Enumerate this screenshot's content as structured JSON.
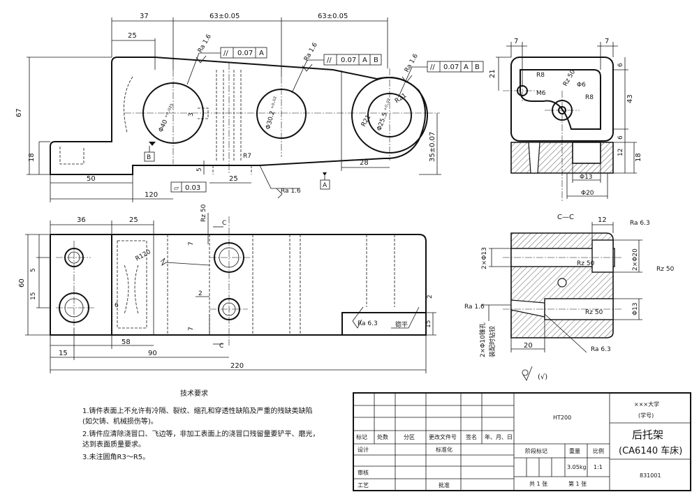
{
  "front_view": {
    "dims": {
      "w37": "37",
      "w63a": "63±0.05",
      "w63b": "63±0.05",
      "w25": "25",
      "h67": "67",
      "h18": "18",
      "w50": "50",
      "w120": "120",
      "w25b": "25",
      "w28": "28",
      "h35": "35±0.07",
      "h5": "5",
      "d3": "3",
      "bore1": "Φ40 ⁺⁰·⁰²⁵",
      "bore2": "Φ30.2 ⁺⁰·⁰²",
      "bore3": "Φ25.5 ⁺⁰·⁰²",
      "r7": "R7",
      "r21": "R21",
      "r21b": "R21"
    },
    "surface": {
      "ra1": "Ra 1.6",
      "ra2": "Ra 1.6",
      "ra3": "Ra 1.6",
      "ra4": "Ra 1.6"
    },
    "tolerances": {
      "par_sym": "//",
      "par1_val": "0.07",
      "par1_ref": "A",
      "par2_val": "0.07",
      "par2_ref1": "A",
      "par2_ref2": "B",
      "par3_val": "0.07",
      "par3_ref1": "A",
      "par3_ref2": "B",
      "flat_sym": "▱",
      "flat_val": "0.03"
    },
    "datums": {
      "a": "A",
      "b": "B"
    }
  },
  "side_view": {
    "dims": {
      "w7a": "7",
      "w7b": "7",
      "h21": "21",
      "h6a": "6",
      "h43": "43",
      "h6b": "6",
      "h12": "12",
      "h18": "18",
      "r8a": "R8",
      "m6": "M6",
      "rz50": "Rz 50",
      "phi6": "Φ6",
      "r8b": "R8",
      "phi13": "Φ13",
      "phi20": "Φ20"
    }
  },
  "top_view": {
    "dims": {
      "w36": "36",
      "w25": "25",
      "rz50": "Rz 50",
      "sect": "C",
      "sect2": "C",
      "h60": "60",
      "h5": "5",
      "h15": "15",
      "r120": "R120",
      "d6": "6",
      "d2": "2",
      "d7a": "7",
      "d7b": "7",
      "d2b": "2",
      "h15b": "15",
      "w58": "58",
      "w15": "15",
      "w90": "90",
      "w220": "220",
      "ra63": "Ra 6.3",
      "note": "锪平"
    }
  },
  "section_view": {
    "title": "C—C",
    "dims": {
      "w12": "12",
      "ra63a": "Ra 6.3",
      "h2phi13": "2×Φ13",
      "h2phi20": "2×Φ20",
      "rz50a": "Rz 50",
      "rz50b": "Rz 50",
      "rz50c": "Rz 50",
      "ra16": "Ra 1.6",
      "phi13": "Φ13",
      "taper": "2×Φ10锥孔",
      "taper2": "装配时钻铰",
      "w20": "20",
      "ra63b": "Ra 6.3"
    },
    "general_roughness": "(√)"
  },
  "notes": {
    "title": "技术要求",
    "items": [
      "1.铸件表面上不允许有冷隔、裂纹、缩孔和穿透性缺陷及严重的残缺类缺陷",
      "  (如欠铸、机械损伤等)。",
      "2.铸件应清除浇冒口、飞边等，非加工表面上的浇冒口残留量要铲平、磨光，",
      "  达到表面质量要求。",
      "3.未注圆角R3～R5。"
    ]
  },
  "title_block": {
    "col_labels": [
      "标记",
      "处数",
      "分区",
      "更改文件号",
      "签名",
      "年、月、日"
    ],
    "design": "设计",
    "standard": "标准化",
    "check": "审核",
    "process": "工艺",
    "approve": "批准",
    "material": "HT200",
    "stage": "阶段标记",
    "weight": "重量",
    "scale": "比例",
    "weight_val": "3.05kg",
    "scale_val": "1:1",
    "sheets": "共 1 张",
    "sheet_no": "第 1 张",
    "school": "×××大学",
    "school_sub": "(学号)",
    "part_name": "后托架",
    "part_sub": "(CA6140 车床)",
    "drawing_no": "831001"
  }
}
